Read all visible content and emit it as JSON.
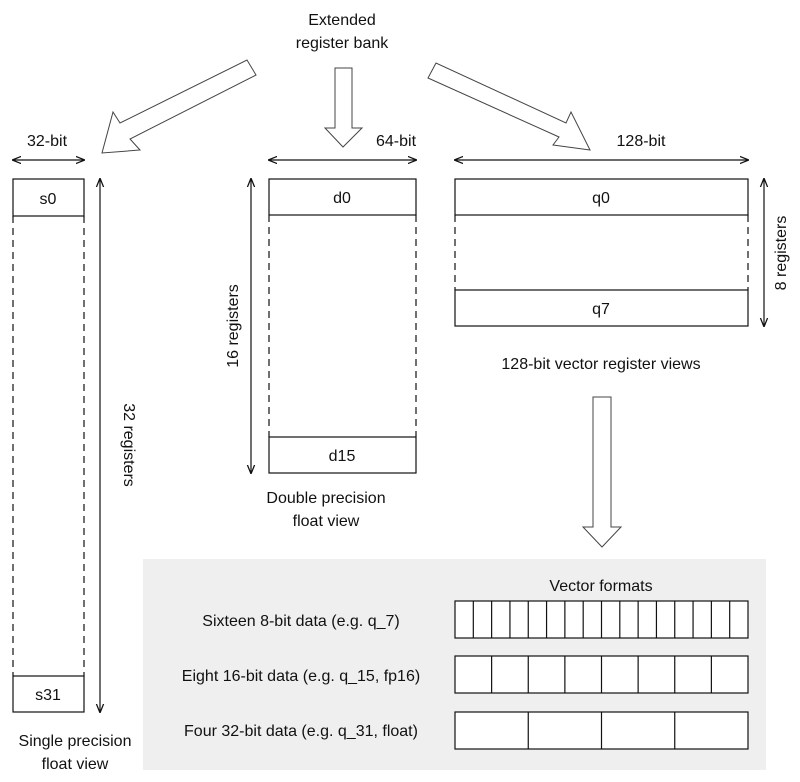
{
  "header": {
    "line1": "Extended",
    "line2": "register bank"
  },
  "single": {
    "width_label": "32-bit",
    "top_register": "s0",
    "bottom_register": "s31",
    "count_label": "32 registers",
    "caption_line1": "Single precision",
    "caption_line2": "float view"
  },
  "double": {
    "width_label": "64-bit",
    "top_register": "d0",
    "bottom_register": "d15",
    "count_label": "16 registers",
    "caption_line1": "Double precision",
    "caption_line2": "float view"
  },
  "quad": {
    "width_label": "128-bit",
    "top_register": "q0",
    "bottom_register": "q7",
    "count_label": "8 registers",
    "caption": "128-bit vector register views"
  },
  "vector_formats": {
    "title": "Vector formats",
    "panel_color": "#efefef",
    "rows": [
      {
        "label": "Sixteen 8-bit data (e.g. q_7)",
        "lanes": 16
      },
      {
        "label": "Eight 16-bit data (e.g. q_15, fp16)",
        "lanes": 8
      },
      {
        "label": "Four 32-bit data (e.g. q_31, float)",
        "lanes": 4
      }
    ]
  }
}
